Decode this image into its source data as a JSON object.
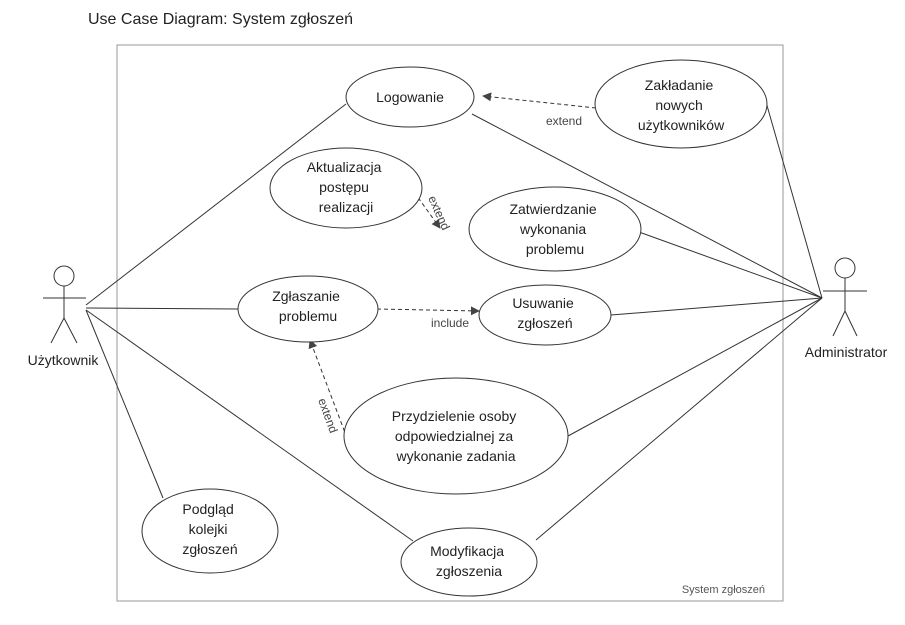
{
  "title": "Use Case Diagram: System zgłoszeń",
  "system_label": "System zgłoszeń",
  "actors": {
    "user": "Użytkownik",
    "admin": "Administrator"
  },
  "use_cases": {
    "logowanie": [
      "Logowanie"
    ],
    "zakladanie": [
      "Zakładanie",
      "nowych",
      "użytkowników"
    ],
    "aktualizacja": [
      "Aktualizacja",
      "postępu",
      "realizacji"
    ],
    "zatwierdzanie": [
      "Zatwierdzanie",
      "wykonania",
      "problemu"
    ],
    "zglaszanie": [
      "Zgłaszanie",
      "problemu"
    ],
    "usuwanie": [
      "Usuwanie",
      "zgłoszeń"
    ],
    "przydzielenie": [
      "Przydzielenie osoby",
      "odpowiedzialnej za",
      "wykonanie zadania"
    ],
    "podglad": [
      "Podgląd",
      "kolejki",
      "zgłoszeń"
    ],
    "modyfikacja": [
      "Modyfikacja",
      "zgłoszenia"
    ]
  },
  "relations": {
    "extend_zakladanie_logowanie": "extend",
    "extend_aktualizacja_zatwierdzanie": "extend",
    "include_zglaszanie_usuwanie": "include",
    "extend_przydzielenie_zglaszanie": "extend"
  }
}
